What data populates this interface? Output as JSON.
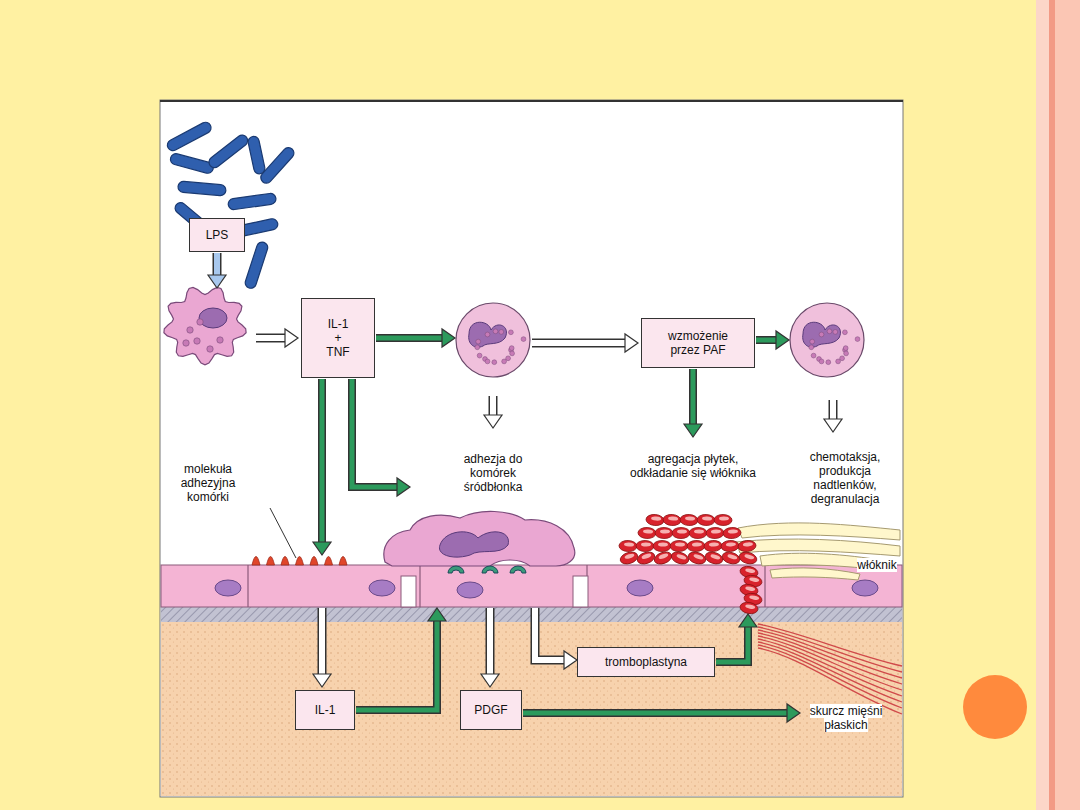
{
  "diagram": {
    "nodes": [
      {
        "text": [
          "LPS"
        ]
      },
      {
        "text": [
          "IL-1 + TNF"
        ]
      },
      {
        "text": [
          "wzmożenie przez PAF"
        ]
      },
      {
        "text": [
          "tromboplastyna"
        ]
      },
      {
        "text": [
          "IL-1"
        ]
      },
      {
        "text": [
          "PDGF"
        ]
      }
    ],
    "labels": [
      "adhezja do komórek śródbłonka",
      "agregacja płytek, odkładanie się włóknika",
      "chemotaksja, produkcja nadtlenków, degranulacja",
      "molekuła adhezyjna komórki",
      "włóknik",
      "skurcz mięśni płaskich"
    ]
  }
}
